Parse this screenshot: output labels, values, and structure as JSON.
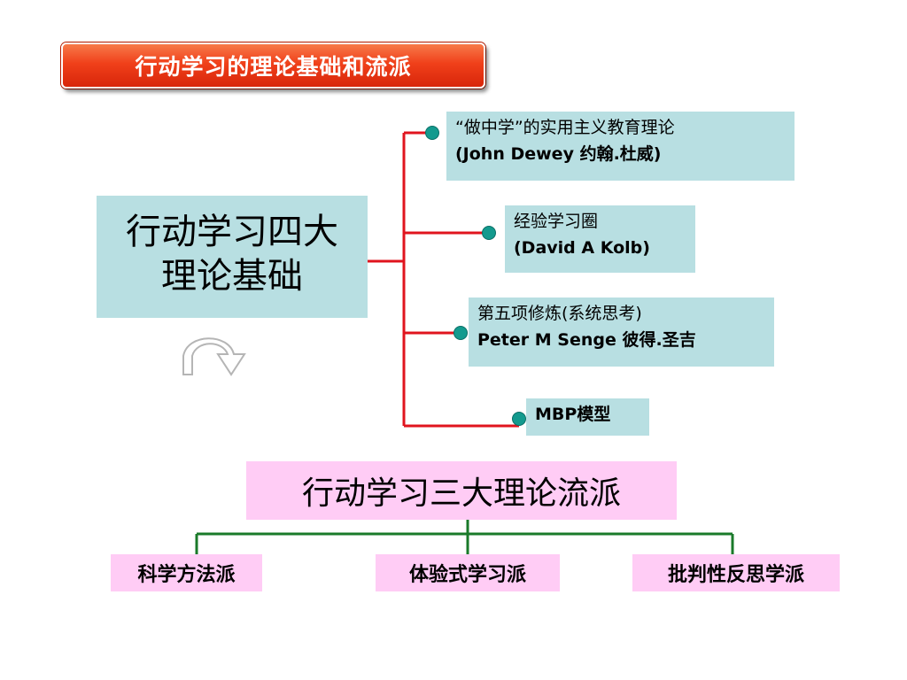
{
  "banner": {
    "title": "行动学习的理论基础和流派"
  },
  "center": {
    "line1": "行动学习四大",
    "line2": "理论基础"
  },
  "branches": [
    {
      "line1": "“做中学”的实用主义教育理论",
      "line2": "(John Dewey 约翰.杜威)"
    },
    {
      "line1": "经验学习圈",
      "line2": "(David A Kolb)"
    },
    {
      "line1": "第五项修炼(系统思考)",
      "line2": "Peter M Senge 彼得.圣吉"
    },
    {
      "line1": "MBP模型"
    }
  ],
  "schools": {
    "title": "行动学习三大理论流派",
    "items": [
      "科学方法派",
      "体验式学习派",
      "批判性反思学派"
    ]
  },
  "colors": {
    "banner": "#f0401a",
    "box_teal": "#b8dfe2",
    "box_pink": "#ffccf5",
    "tree_red": "#e0141e",
    "tree_green": "#1a7a2a",
    "dot": "#139a8e"
  }
}
